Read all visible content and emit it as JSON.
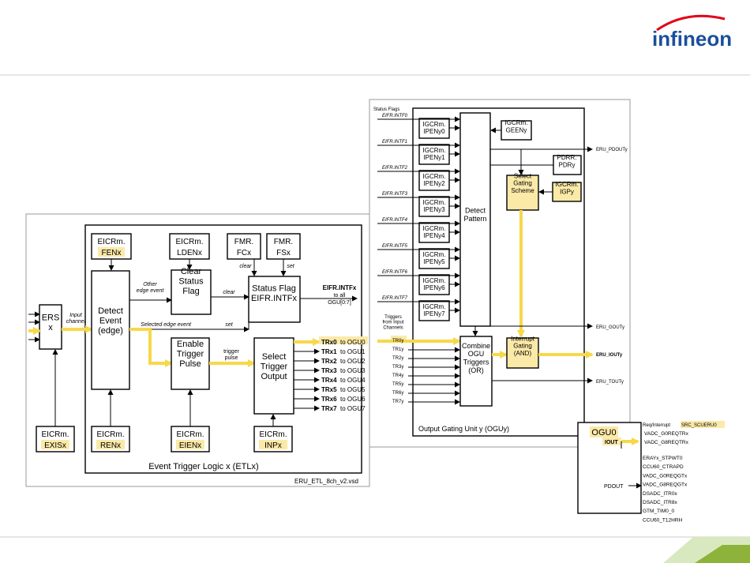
{
  "logo": {
    "text": "infineon",
    "color": "#1a4f9c",
    "accent": "#e2001a"
  },
  "colors": {
    "highlight_yellow": "#f6d84a",
    "highlight_fill": "#fbe9a8",
    "footer_green": "#8db33a"
  },
  "etl": {
    "title": "Event Trigger Logic x (ETLx)",
    "file_label": "ERU_ETL_8ch_v2.vsd",
    "ers_label": "ERS\nx",
    "input_channel": "Input\nchannel",
    "eicrm_fen": {
      "line1": "EICRm.",
      "line2": "FENx"
    },
    "eicrm_lden": {
      "line1": "EICRm.",
      "line2": "LDENx"
    },
    "fmr_fc": {
      "line1": "FMR.",
      "line2": "FCx"
    },
    "fmr_fs": {
      "line1": "FMR.",
      "line2": "FSx"
    },
    "clear_small": "clear",
    "set_small": "set",
    "detect_event": "Detect\nEvent\n(edge)",
    "other_edge": "Other\nedge event",
    "clear_status": "Clear\nStatus\nFlag",
    "clear_label": "clear",
    "status_flag": "Status Flag\nEIFR.INTFx",
    "eifr_intfx": "EIFR.INTFx",
    "to_all": "to all",
    "ogu_range": "OGU[0:7]",
    "selected_edge": "Selected  edge event",
    "set_label": "set",
    "enable_trigger": "Enable\nTrigger\nPulse",
    "trigger_pulse": "trigger\npulse",
    "select_trigger": "Select\nTrigger\nOutput",
    "eicrm_exis": {
      "line1": "EICRm.",
      "line2": "EXISx"
    },
    "eicrm_ren": {
      "line1": "EICRm.",
      "line2": "RENx"
    },
    "eicrm_eien": {
      "line1": "EICRm.",
      "line2": "EIENx"
    },
    "eicrm_inp": {
      "line1": "EICRm.",
      "line2": "INPx"
    },
    "outputs": [
      {
        "sig": "TRx0",
        "dest": "to OGU0"
      },
      {
        "sig": "TRx1",
        "dest": "to OGU1"
      },
      {
        "sig": "TRx2",
        "dest": "to OGU2"
      },
      {
        "sig": "TRx3",
        "dest": "to OGU3"
      },
      {
        "sig": "TRx4",
        "dest": "to OGU4"
      },
      {
        "sig": "TRx5",
        "dest": "to OGU5"
      },
      {
        "sig": "TRx6",
        "dest": "to OGU6"
      },
      {
        "sig": "TRx7",
        "dest": "to OGU7"
      }
    ]
  },
  "ogu": {
    "title": "Output Gating Unit y (OGUy)",
    "status_flags": "Status Flags",
    "intf_inputs": [
      "EIFR.INTF0",
      "EIFR.INTF1",
      "EIFR.INTF2",
      "EIFR.INTF3",
      "EIFR.INTF4",
      "EIFR.INTF5",
      "EIFR.INTF6",
      "EIFR.INTF7"
    ],
    "ipen": [
      "IGCRm.\nIPENy0",
      "IGCRm.\nIPENy1",
      "IGCRm.\nIPENy2",
      "IGCRm.\nIPENy3",
      "IGCRm.\nIPENy4",
      "IGCRm.\nIPENy5",
      "IGCRm.\nIPENy6",
      "IGCRm.\nIPENy7"
    ],
    "geen": "IGCRm.\nGEENy",
    "detect_pattern": "Detect\nPattern",
    "pdrr": "PDRR.\nPDRy",
    "select_gating": "Select\nGating\nScheme",
    "igcrm_igp": "IGCRm.\nIGPy",
    "triggers_from": "Triggers\nfrom Input\nChannels",
    "tr_inputs": [
      "TR0y",
      "TR1y",
      "TR2y",
      "TR3y",
      "TR4y",
      "TR5y",
      "TR6y",
      "TR7y"
    ],
    "combine": "Combine\nOGU\nTriggers\n(OR)",
    "interrupt": "Interrupt\nGating\n(AND)",
    "outputs": {
      "pdout": "ERU_PDOUTy",
      "gout": "ERU_GOUTy",
      "iout": "ERU_IOUTy",
      "tout": "ERU_TOUTy"
    }
  },
  "ogu0": {
    "title": "OGU0",
    "iout": "IOUT",
    "pdout": "PDOUT",
    "req_label": "Req/Interrupt",
    "src": "SRC_SCUERU0",
    "iout_targets": [
      "VADC_G0REQTRx",
      "VADC_G8REQTRx"
    ],
    "pdout_targets": [
      "ERAYx_STPWT0",
      "CCU60_CTRAPD",
      "VADC_G0REQGTx",
      "VADC_G8REQGTx",
      "DSADC_ITR0x",
      "DSADC_ITR8x",
      "GTM_TIM0_0",
      "CCU60_T12HRH"
    ]
  }
}
